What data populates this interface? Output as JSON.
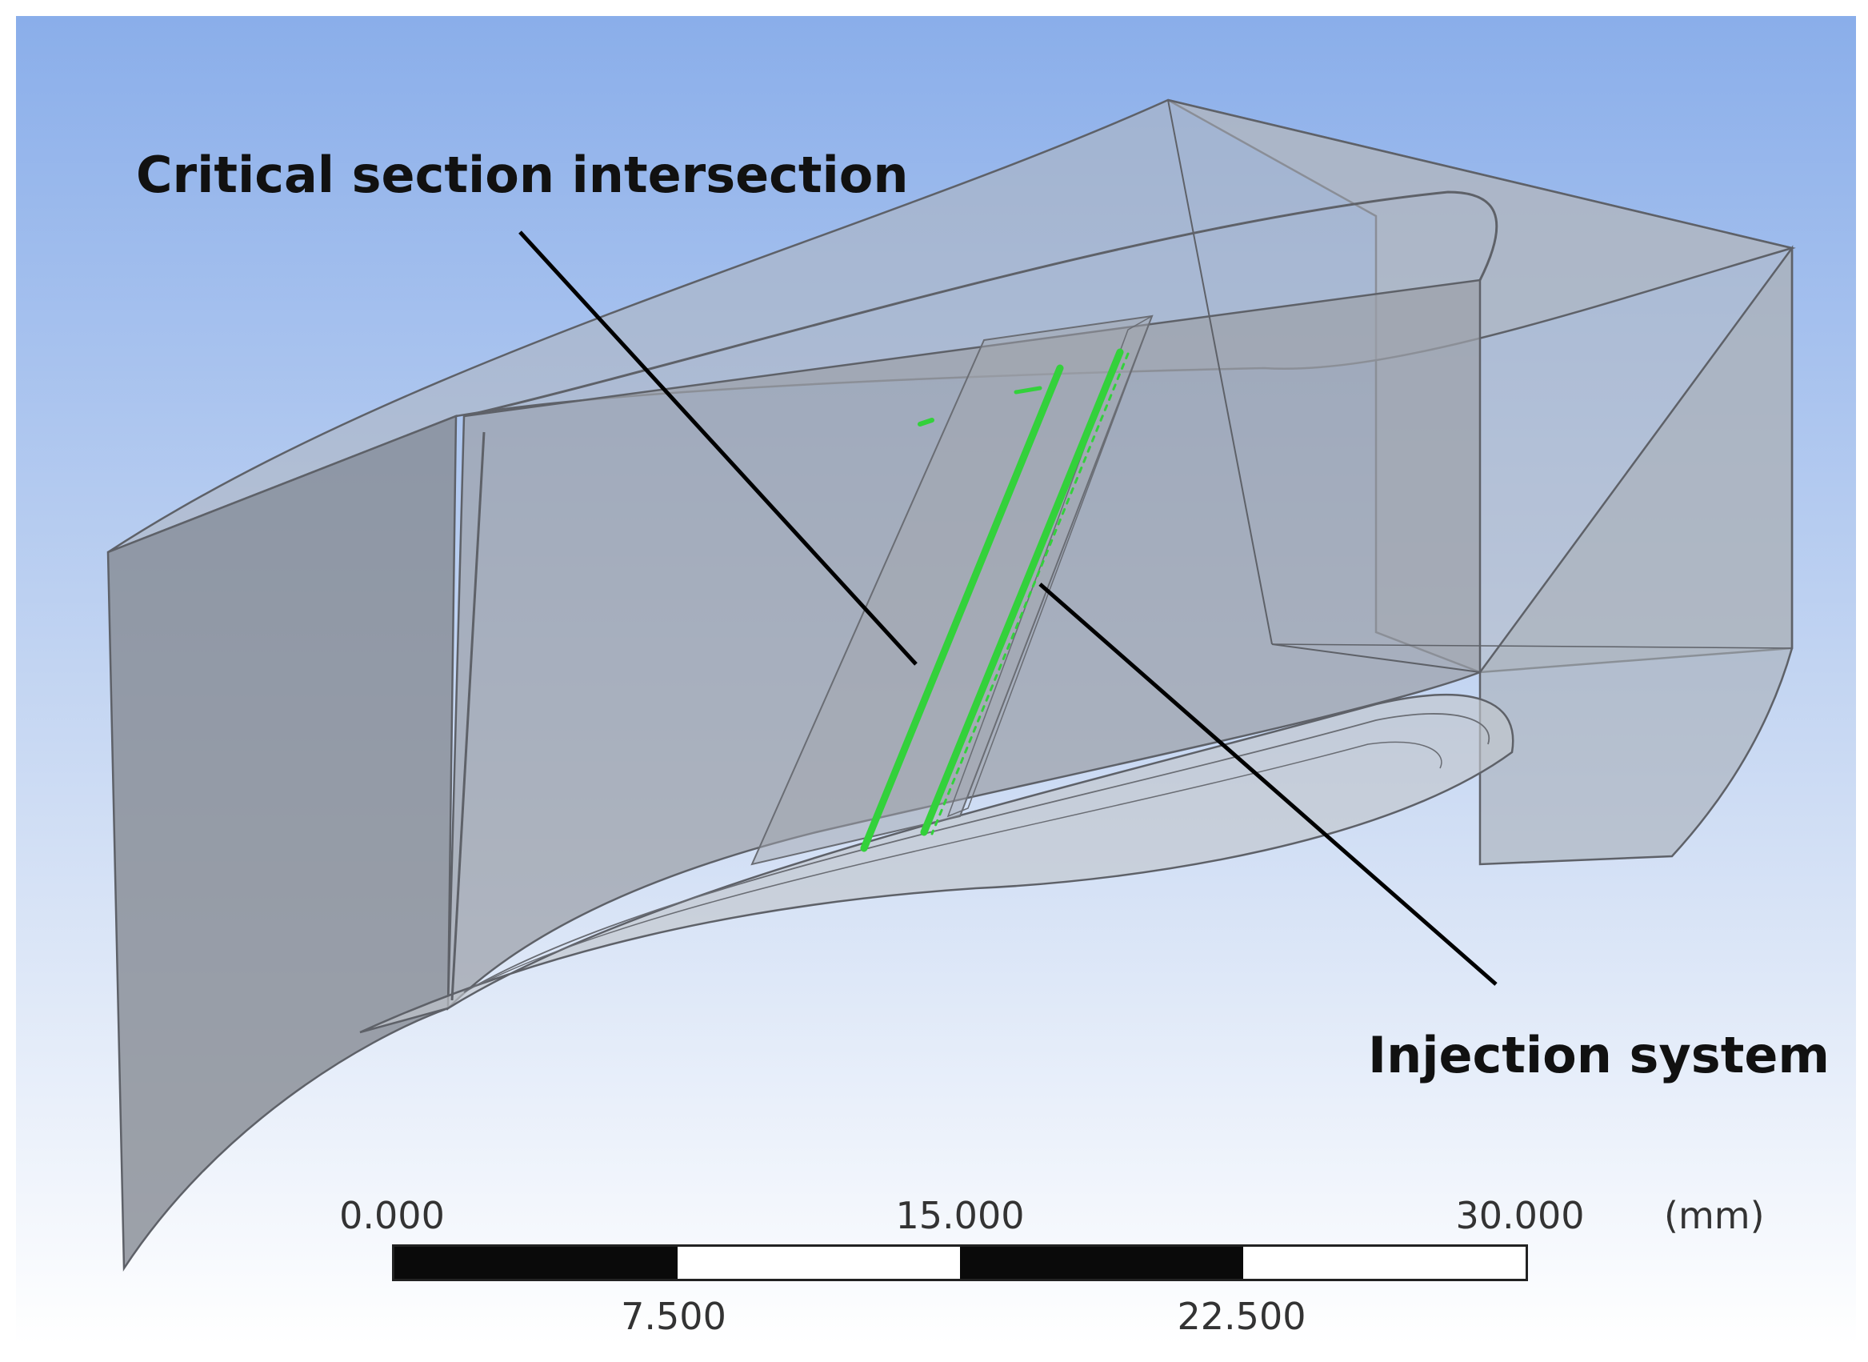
{
  "annotations": {
    "critical_section": "Critical section intersection",
    "injection_system": "Injection system"
  },
  "scale_bar": {
    "ticks_top": [
      "0.000",
      "15.000",
      "30.000"
    ],
    "unit": "(mm)",
    "ticks_bottom": [
      "7.500",
      "22.500"
    ],
    "segments": [
      "black",
      "white",
      "black",
      "white"
    ]
  },
  "colors": {
    "background_top": "#8aaeea",
    "background_bottom": "#ffffff",
    "geometry_fill": "#8e9299",
    "geometry_edge": "#5e6168",
    "injection_lines": "#33d13b",
    "leader_lines": "#000000"
  }
}
